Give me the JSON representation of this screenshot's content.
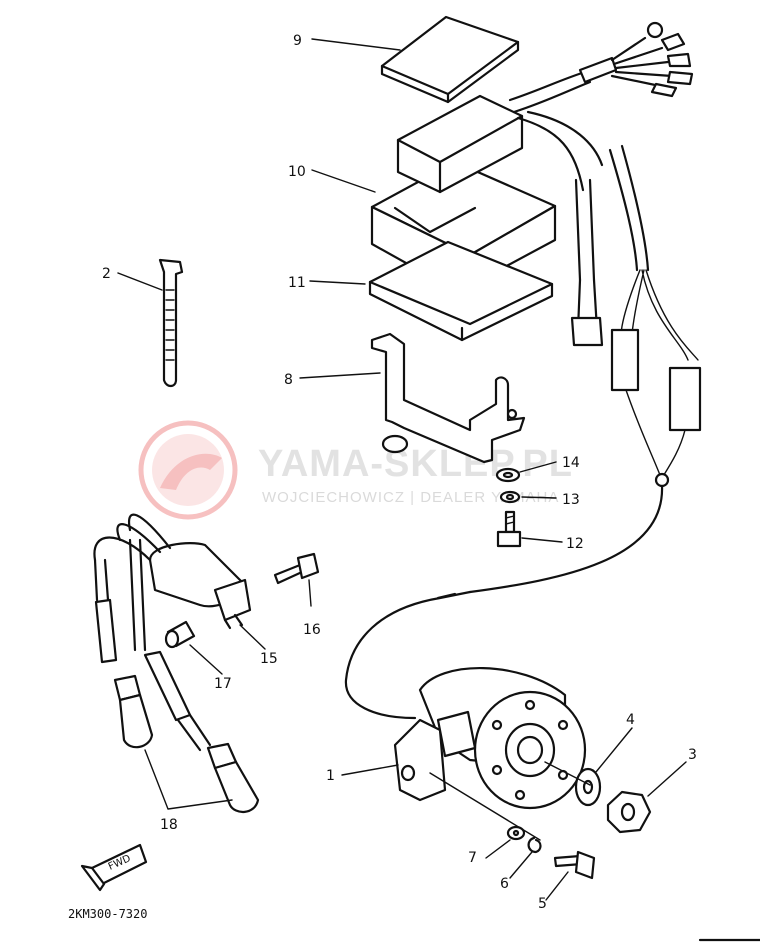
{
  "watermark": {
    "title": "YAMA-SKLEP.PL",
    "subtitle": "WOJCIECHOWICZ | DEALER YAMAHA",
    "color": "#e74c4c"
  },
  "diagram_code": "2KM300-7320",
  "fwd_label": "FWD",
  "callouts": [
    "1",
    "2",
    "3",
    "4",
    "5",
    "6",
    "7",
    "8",
    "9",
    "10",
    "11",
    "12",
    "13",
    "14",
    "15",
    "16",
    "17",
    "18"
  ]
}
